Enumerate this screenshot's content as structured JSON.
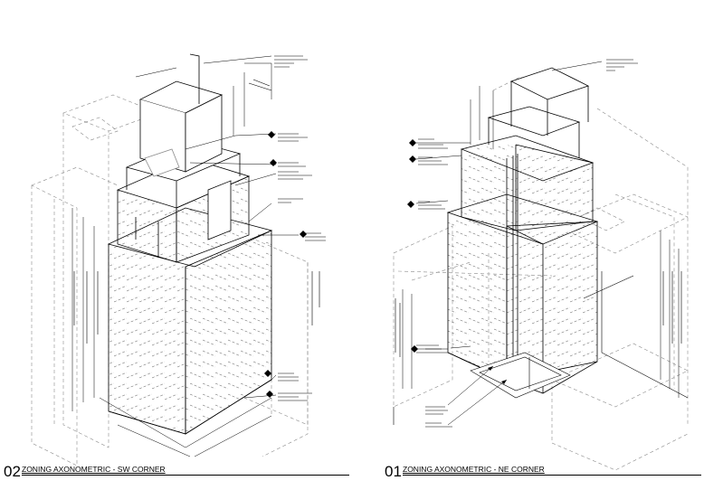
{
  "views": [
    {
      "number": "02",
      "title": "ZONING AXONOMETRIC - SW CORNER"
    },
    {
      "number": "01",
      "title": "ZONING AXONOMETRIC - NE CORNER"
    }
  ],
  "colors": {
    "line": "#000000",
    "ghost": "#8a8a8a",
    "marker": "#000000",
    "paper": "#ffffff"
  },
  "icons": [
    "diamond-marker-icon",
    "arrowhead-icon"
  ]
}
